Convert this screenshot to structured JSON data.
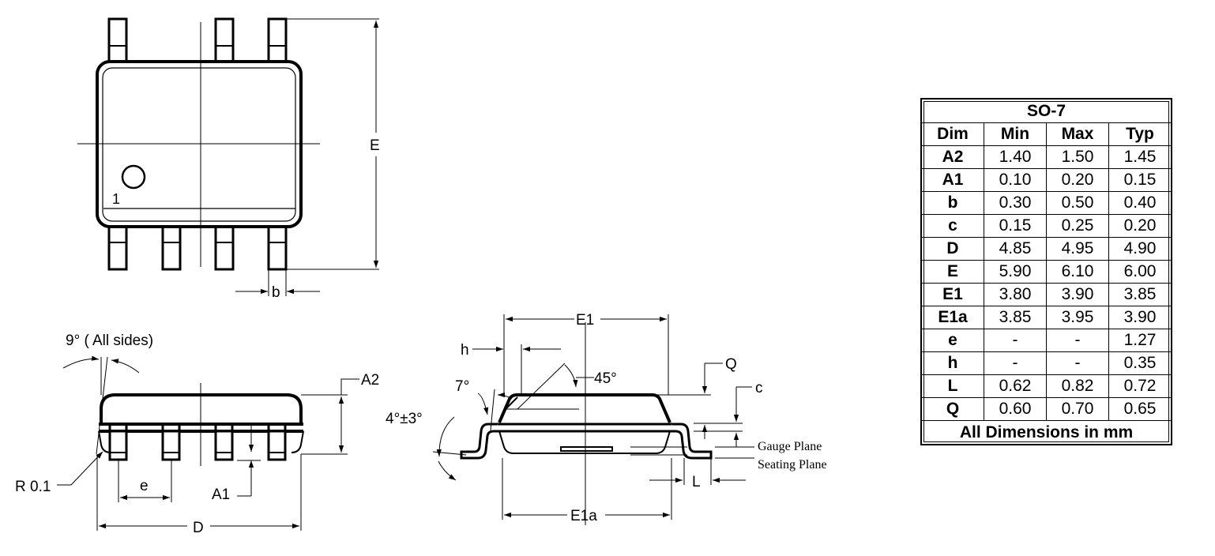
{
  "labels": {
    "pin1": "1",
    "E": "E",
    "b": "b",
    "side_angle": "9° (  All sides)",
    "A2": "A2",
    "A1": "A1",
    "R": "R 0.1",
    "e": "e",
    "D": "D",
    "E1": "E1",
    "h": "h",
    "deg45": "45°",
    "Q": "Q",
    "c": "c",
    "deg7": "7°",
    "deg4": "4°±3°",
    "gauge_plane": "Gauge Plane",
    "seating_plane": "Seating Plane",
    "L": "L",
    "E1a": "E1a"
  },
  "table": {
    "title": "SO-7",
    "headers": [
      "Dim",
      "Min",
      "Max",
      "Typ"
    ],
    "rows": [
      [
        "A2",
        "1.40",
        "1.50",
        "1.45"
      ],
      [
        "A1",
        "0.10",
        "0.20",
        "0.15"
      ],
      [
        "b",
        "0.30",
        "0.50",
        "0.40"
      ],
      [
        "c",
        "0.15",
        "0.25",
        "0.20"
      ],
      [
        "D",
        "4.85",
        "4.95",
        "4.90"
      ],
      [
        "E",
        "5.90",
        "6.10",
        "6.00"
      ],
      [
        "E1",
        "3.80",
        "3.90",
        "3.85"
      ],
      [
        "E1a",
        "3.85",
        "3.95",
        "3.90"
      ],
      [
        "e",
        "-",
        "-",
        "1.27"
      ],
      [
        "h",
        "-",
        "-",
        "0.35"
      ],
      [
        "L",
        "0.62",
        "0.82",
        "0.72"
      ],
      [
        "Q",
        "0.60",
        "0.70",
        "0.65"
      ]
    ],
    "footer": "All Dimensions in mm"
  }
}
